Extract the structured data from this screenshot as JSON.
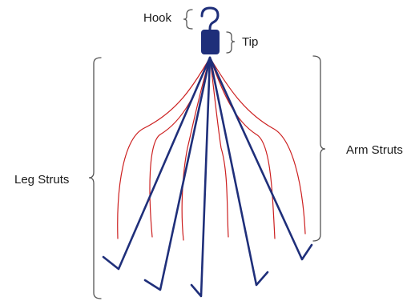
{
  "labels": {
    "hook": "Hook",
    "tip": "Tip",
    "arm_struts": "Arm Struts",
    "leg_struts": "Leg Struts"
  },
  "colors": {
    "leg_strut": "#1f2f7a",
    "arm_strut": "#cc1f1f",
    "hook": "#1f2f7a",
    "tip": "#1f2f7a",
    "bracket": "#555555"
  }
}
